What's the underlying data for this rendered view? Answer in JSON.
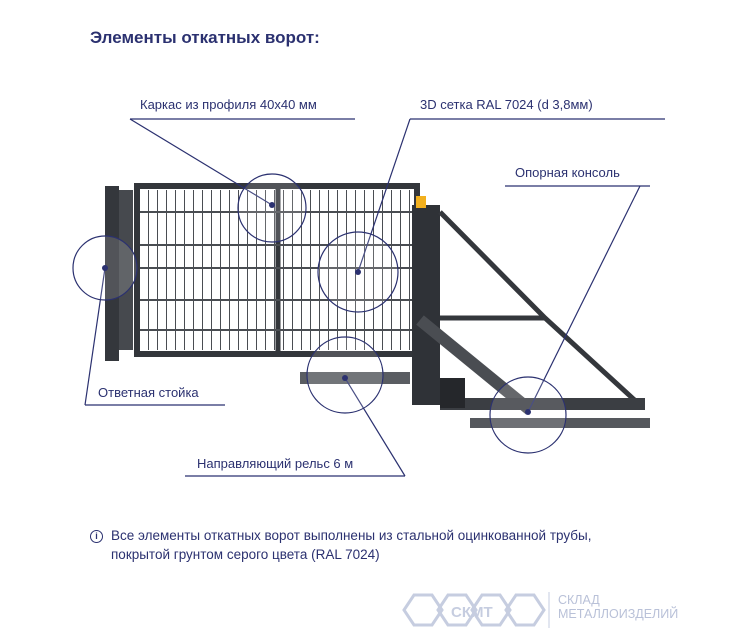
{
  "title": "Элементы откатных ворот:",
  "labels": {
    "frame": "Каркас из профиля 40x40 мм",
    "mesh": "3D сетка RAL 7024 (d 3,8мм)",
    "console": "Опорная консоль",
    "post": "Ответная стойка",
    "rail": "Направляющий рельс 6 м"
  },
  "note": {
    "icon": "info-icon",
    "line1": "Все элементы откатных ворот выполнены из стальной оцинкованной трубы,",
    "line2": "покрытой грунтом серого цвета (RAL 7024)"
  },
  "logo": {
    "letters": "СКМТ",
    "line1": "СКЛАД",
    "line2": "МЕТАЛЛОИЗДЕЛИЙ"
  },
  "colors": {
    "accent": "#2b3170",
    "metal": "#3a3d42",
    "lamp": "#f2b01e",
    "logo": "#b9c1d8"
  }
}
